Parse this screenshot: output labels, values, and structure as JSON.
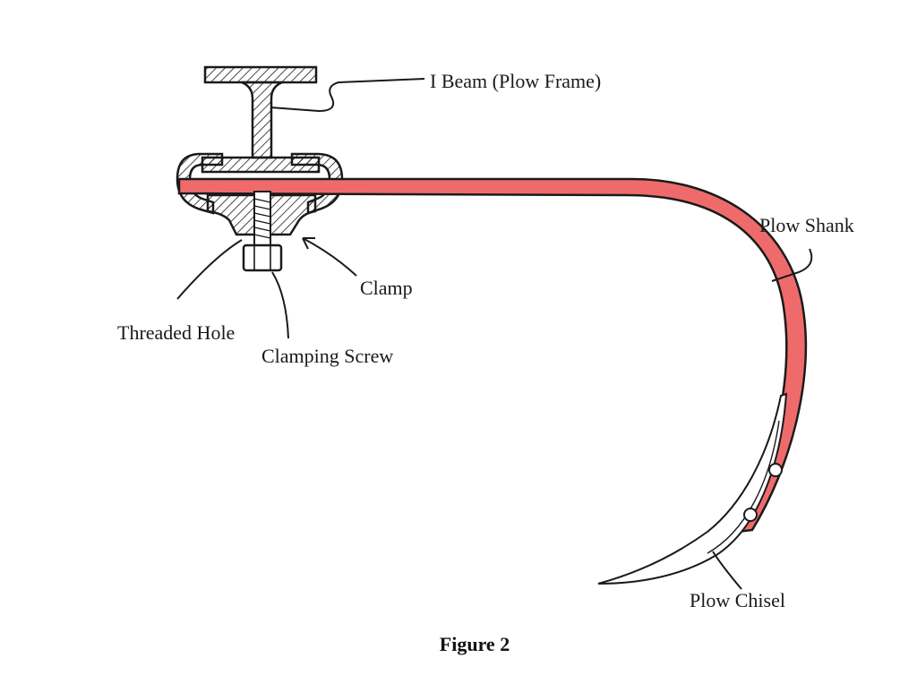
{
  "diagram": {
    "labels": {
      "i_beam": "I Beam (Plow Frame)",
      "plow_shank": "Plow Shank",
      "clamp": "Clamp",
      "threaded_hole": "Threaded Hole",
      "clamping_screw": "Clamping Screw",
      "plow_chisel": "Plow Chisel"
    },
    "caption": "Figure 2",
    "colors": {
      "shank_fill": "#ef6b6b",
      "outline": "#1a1a1a",
      "background": "#ffffff"
    }
  }
}
